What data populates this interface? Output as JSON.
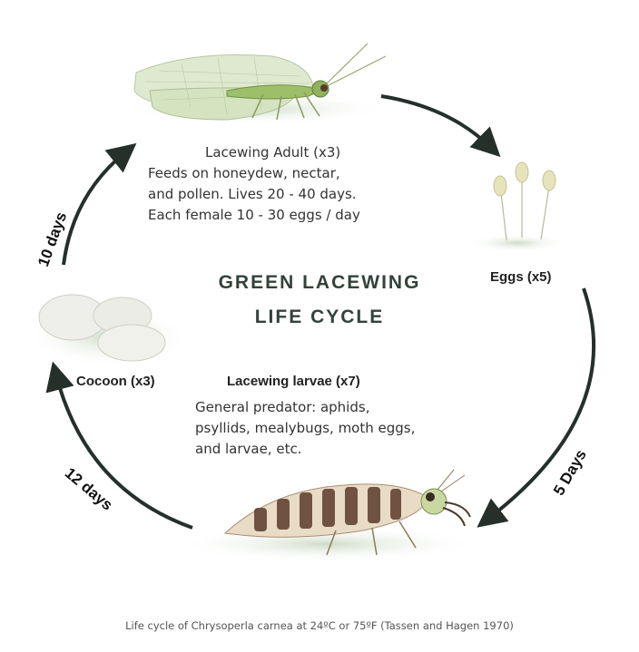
{
  "title": {
    "line1": "GREEN LACEWING",
    "line2": "LIFE CYCLE"
  },
  "adult": {
    "name": "Lacewing Adult (x3)",
    "line1": "Feeds on honeydew, nectar,",
    "line2": "and pollen. Lives 20 - 40 days.",
    "line3": "Each female 10 - 30 eggs / day"
  },
  "eggs": {
    "name": "Eggs (x5)"
  },
  "larvae": {
    "name": "Lacewing larvae (x7)",
    "line1": "General predator: aphids,",
    "line2": "psyllids, mealybugs, moth eggs,",
    "line3": "and larvae, etc."
  },
  "cocoon": {
    "name": "Cocoon (x3)"
  },
  "durations": {
    "adult_to_eggs_label": "",
    "eggs_to_larvae": "5 Days",
    "larvae_to_cocoon": "12 days",
    "cocoon_to_adult": "10 days"
  },
  "caption": "Life cycle of Chrysoperla carnea at 24ºC or 75ºF (Tassen and Hagen 1970)",
  "colors": {
    "arrow": "#26302b",
    "wing": "#dfe9cf",
    "body": "#9dbf6a",
    "egg": "#e6e4bb",
    "cocoon": "#eeeeea",
    "larva_dark": "#5b3a2c",
    "larva_light": "#e9dcc7"
  }
}
